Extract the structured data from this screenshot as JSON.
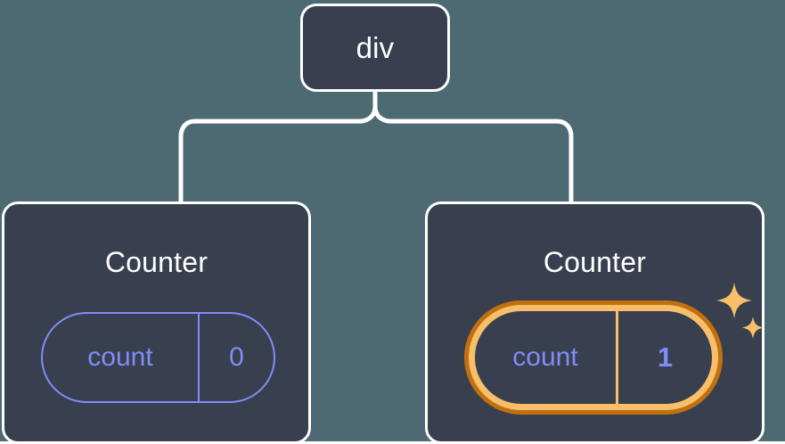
{
  "diagram": {
    "type": "component-tree",
    "background_color": "#4d6a72",
    "node_fill_color": "#383f4e",
    "node_border_color": "#ffffff",
    "connector_color": "#ffffff",
    "state_color": "#818cf8",
    "highlight_color_outer": "#c2700f",
    "highlight_color_inner": "#f8bf6b",
    "sparkle_color": "#f8bf6b"
  },
  "root": {
    "label": "div"
  },
  "children": [
    {
      "label": "Counter",
      "state": {
        "key": "count",
        "value": "0"
      },
      "highlighted": false
    },
    {
      "label": "Counter",
      "state": {
        "key": "count",
        "value": "1"
      },
      "highlighted": true,
      "sparkle_icons": [
        "sparkle-large-icon",
        "sparkle-small-icon"
      ]
    }
  ]
}
